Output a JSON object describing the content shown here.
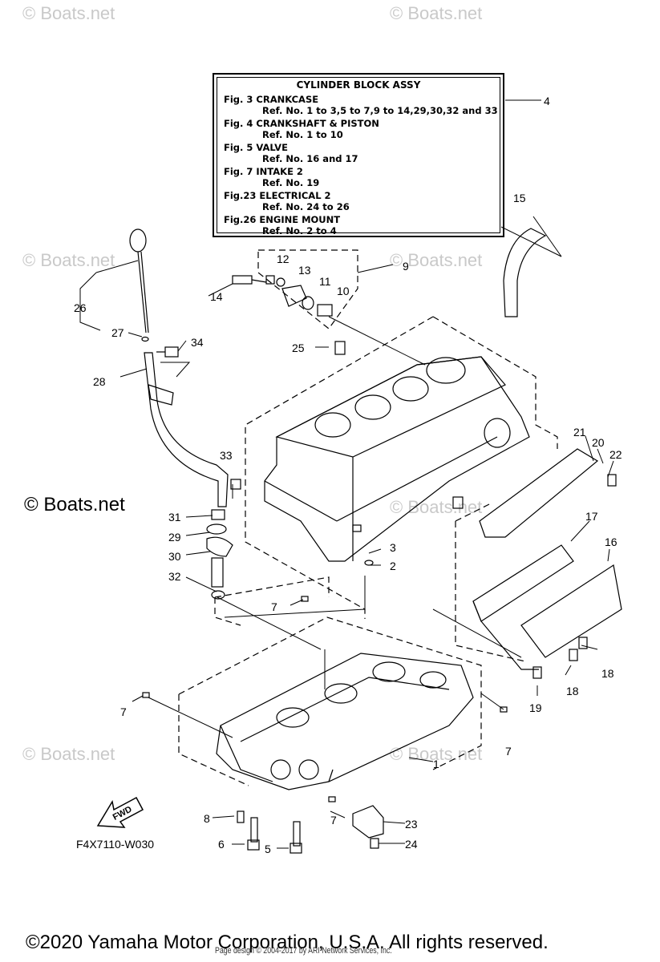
{
  "watermarks": {
    "small": "© Boats.net",
    "large": "© Boats.net"
  },
  "info_box": {
    "title": "CYLINDER BLOCK ASSY",
    "rows": [
      {
        "fig": "Fig.  3 CRANKCASE",
        "ref": "Ref. No. 1 to 3,5 to 7,9 to 14,29,30,32 and 33"
      },
      {
        "fig": "Fig.  4 CRANKSHAFT & PISTON",
        "ref": "Ref. No. 1 to 10"
      },
      {
        "fig": "Fig.  5 VALVE",
        "ref": "Ref. No. 16 and 17"
      },
      {
        "fig": "Fig.  7 INTAKE 2",
        "ref": "Ref. No. 19"
      },
      {
        "fig": "Fig.23 ELECTRICAL 2",
        "ref": "Ref. No. 24 to 26"
      },
      {
        "fig": "Fig.26 ENGINE MOUNT",
        "ref": "Ref. No. 2 to 4"
      }
    ]
  },
  "callouts": {
    "n1": "1",
    "n2": "2",
    "n3": "3",
    "n4": "4",
    "n5": "5",
    "n6": "6",
    "n7a": "7",
    "n7b": "7",
    "n7c": "7",
    "n7d": "7",
    "n8": "8",
    "n9": "9",
    "n10": "10",
    "n11": "11",
    "n12": "12",
    "n13": "13",
    "n14": "14",
    "n15": "15",
    "n16": "16",
    "n17": "17",
    "n18a": "18",
    "n18b": "18",
    "n19": "19",
    "n20": "20",
    "n21": "21",
    "n22": "22",
    "n23": "23",
    "n24": "24",
    "n25": "25",
    "n26": "26",
    "n27": "27",
    "n28": "28",
    "n29": "29",
    "n30": "30",
    "n31": "31",
    "n32": "32",
    "n33": "33",
    "n34": "34"
  },
  "fwd_label": "FWD",
  "diagram_code": "F4X7110-W030",
  "copyright": "©2020 Yamaha Motor Corporation, U.S.A. All rights reserved.",
  "page_design": "Page design © 2004-2017 by ARI Network Services, Inc."
}
